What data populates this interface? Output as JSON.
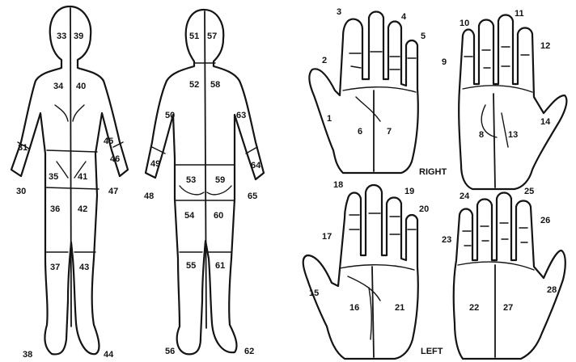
{
  "colors": {
    "ink": "#141414",
    "paper": "#ffffff"
  },
  "side_labels": {
    "right": "RIGHT",
    "left": "LEFT"
  },
  "front_body": {
    "labels": [
      "33",
      "39",
      "34",
      "40",
      "35",
      "41",
      "36",
      "42",
      "37",
      "43",
      "45",
      "46",
      "30",
      "31",
      "47",
      "38",
      "44"
    ]
  },
  "back_body": {
    "labels": [
      "51",
      "57",
      "52",
      "58",
      "50",
      "63",
      "53",
      "59",
      "49",
      "64",
      "48",
      "65",
      "54",
      "60",
      "55",
      "61",
      "56",
      "62"
    ]
  },
  "right_palm_up": {
    "labels": [
      "3",
      "4",
      "2",
      "5",
      "1",
      "6",
      "7"
    ]
  },
  "right_back": {
    "labels": [
      "10",
      "11",
      "9",
      "12",
      "8",
      "13",
      "14"
    ]
  },
  "left_palm_up": {
    "labels": [
      "18",
      "19",
      "17",
      "20",
      "15",
      "16",
      "21"
    ]
  },
  "left_back": {
    "labels": [
      "24",
      "25",
      "23",
      "26",
      "22",
      "27",
      "28"
    ]
  }
}
